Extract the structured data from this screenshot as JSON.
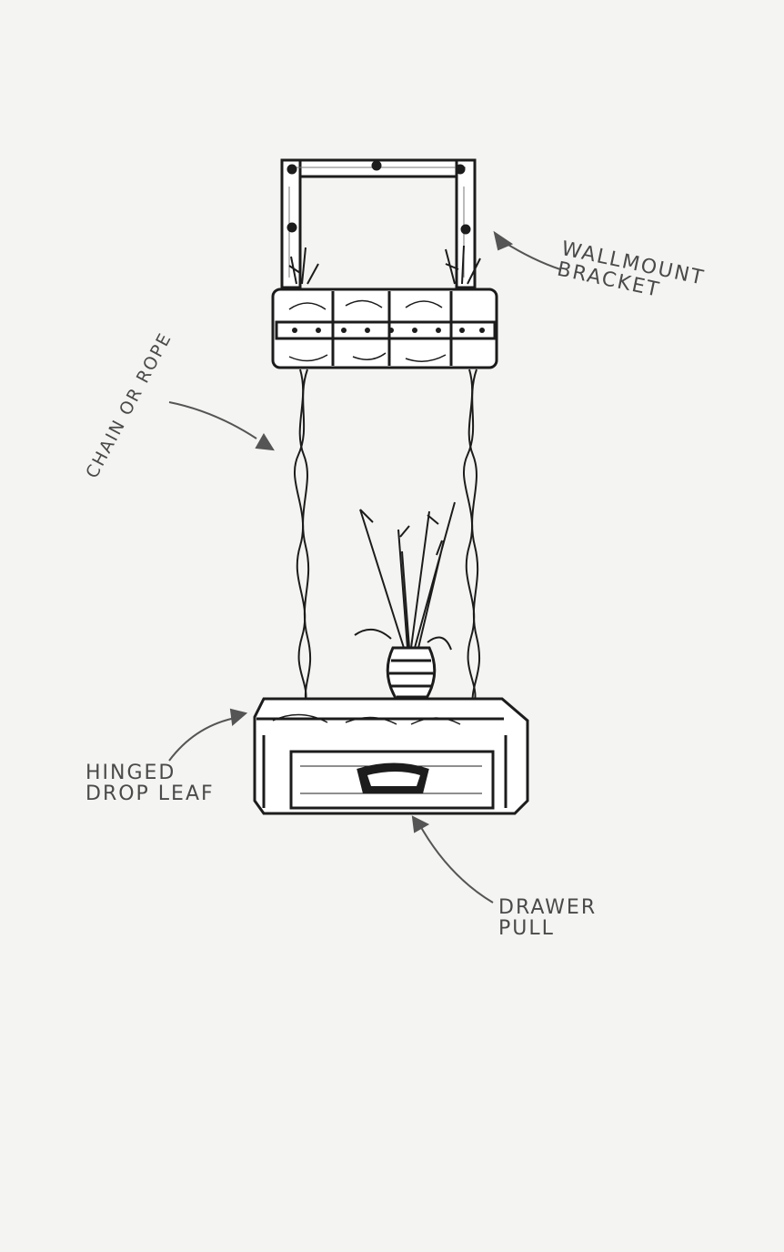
{
  "labels": {
    "wall_mount": [
      "WALLMOUNT",
      "BRACKET"
    ],
    "chain": "CHAIN OR ROPE",
    "leaf": [
      "HINGED",
      "DROP LEAF"
    ],
    "drawer": [
      "DRAWER",
      "PULL"
    ]
  },
  "colors": {
    "paper": "#f4f4f2",
    "ink": "#1c1c1c",
    "pencil": "#4a4a4a"
  }
}
